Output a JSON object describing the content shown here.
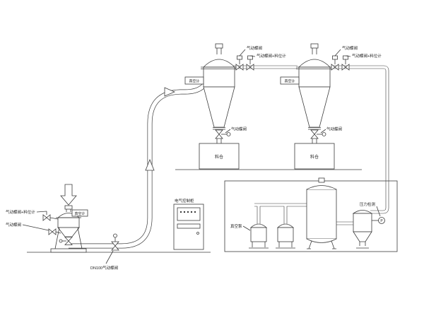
{
  "labels": {
    "pneumatic_valve": "气动蝶阀",
    "pneumatic_valve_level": "气动蝶阀+料位计",
    "vacuum_gauge": "真空计",
    "dn100_valve": "DN100气动蝶阀",
    "control_cabinet": "电气控制柜",
    "vacuum_pump": "真空泵",
    "pressure_detect": "压力检测",
    "pressure_symbol": "P",
    "silo": "料仓"
  },
  "colors": {
    "line": "#3c3c3c",
    "background": "#ffffff"
  }
}
